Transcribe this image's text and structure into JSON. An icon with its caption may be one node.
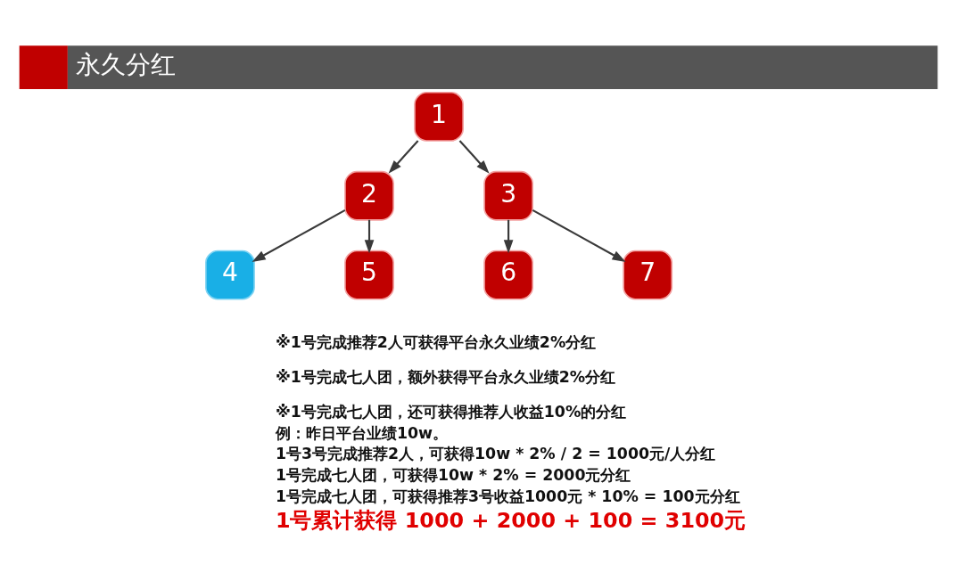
{
  "diagram": {
    "title": "永久分红",
    "nodes": [
      {
        "text": [
          "1"
        ]
      },
      {
        "text": [
          "2"
        ]
      },
      {
        "text": [
          "3"
        ]
      },
      {
        "text": [
          "4"
        ]
      },
      {
        "text": [
          "5"
        ]
      },
      {
        "text": [
          "6"
        ]
      },
      {
        "text": [
          "7"
        ]
      }
    ],
    "edges": [
      {
        "from": 0,
        "to": 1,
        "arrow": "to"
      },
      {
        "from": 0,
        "to": 2,
        "arrow": "to"
      },
      {
        "from": 1,
        "to": 3,
        "arrow": "to"
      },
      {
        "from": 1,
        "to": 4,
        "arrow": "to"
      },
      {
        "from": 2,
        "to": 5,
        "arrow": "to"
      },
      {
        "from": 2,
        "to": 6,
        "arrow": "to"
      }
    ],
    "labels": [
      "※1号完成推荐2人可获得平台永久业绩2%分红",
      "※1号完成七人团，额外获得平台永久业绩2%分红",
      "※1号完成七人团，还可获得推荐人收益10%的分红",
      "例：昨日平台业绩10w。",
      "1号3号完成推荐2人，可获得10w * 2% / 2 = 1000元/人分红",
      "1号完成七人团，可获得10w * 2% = 2000元分红",
      "1号完成七人团，可获得推荐3号收益1000元 * 10% = 100元分红",
      "1号累计获得 1000 + 2000 + 100 = 3100元"
    ]
  }
}
